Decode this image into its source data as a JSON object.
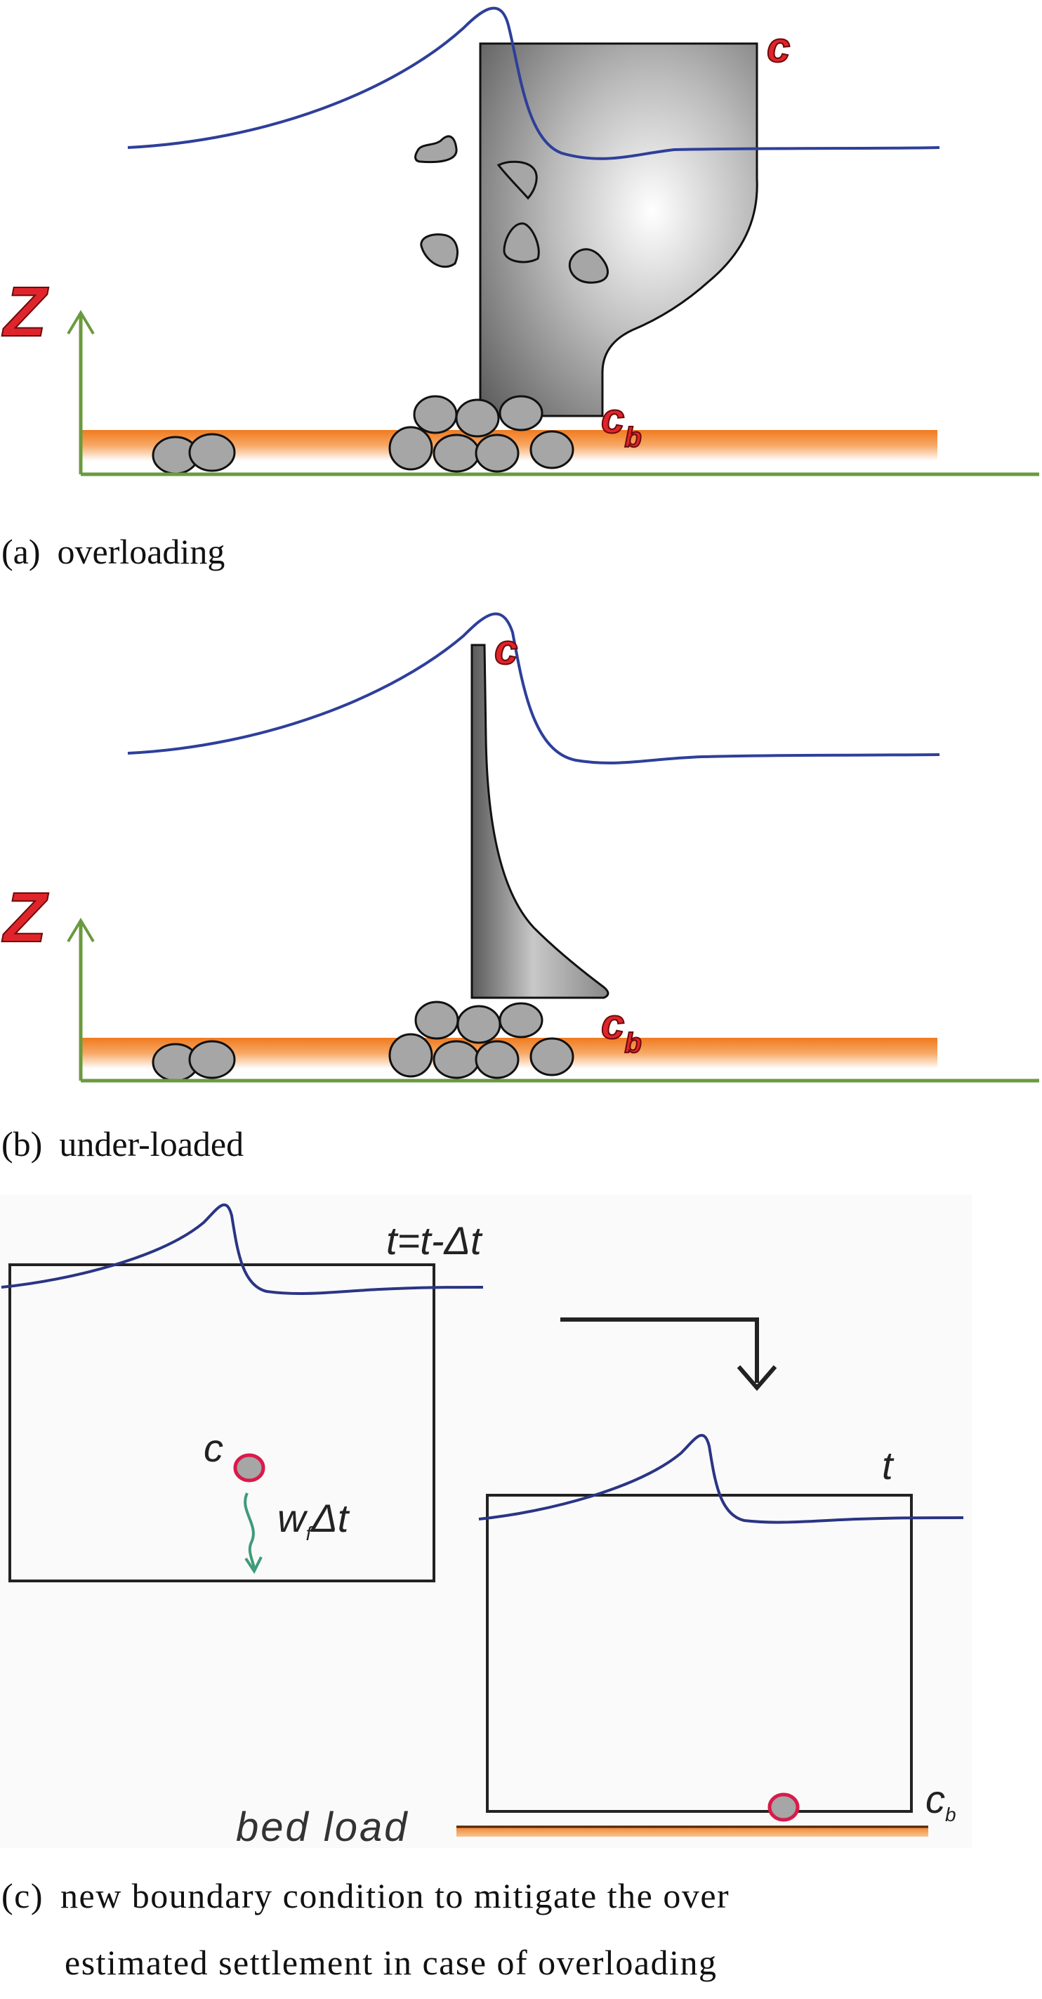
{
  "panels": {
    "a": {
      "caption_letter": "(a)",
      "caption_text": "overloading",
      "axis_label": "Z",
      "top_label": "c",
      "bottom_label_main": "c",
      "bottom_label_sub": "b"
    },
    "b": {
      "caption_letter": "(b)",
      "caption_text": "under-loaded",
      "axis_label": "Z",
      "top_label": "c",
      "bottom_label_main": "c",
      "bottom_label_sub": "b"
    },
    "c": {
      "caption_letter": "(c)",
      "caption_line1": "new boundary condition to mitigate the over",
      "caption_line2": "estimated settlement in case of overloading",
      "time_prev_label": "t=t-Δt",
      "time_now_label": "t",
      "particle_label": "c",
      "settle_label_main": "w",
      "settle_label_sub": "f",
      "settle_label_tail": "Δt",
      "bed_label_main": "c",
      "bed_label_sub": "b",
      "bed_load_label": "bed load"
    }
  },
  "colors": {
    "free_surface": "#2e3f9a",
    "axis": "#6a9a3f",
    "axis_label": "#e0242b",
    "bed_orange": "#f07a1e",
    "particle_fill": "#a6a6a6",
    "particle_outline": "#1a1a1a",
    "highlight_particle": "#d81b4a",
    "settle_arrow": "#3f9b78",
    "frame": "#222222"
  }
}
